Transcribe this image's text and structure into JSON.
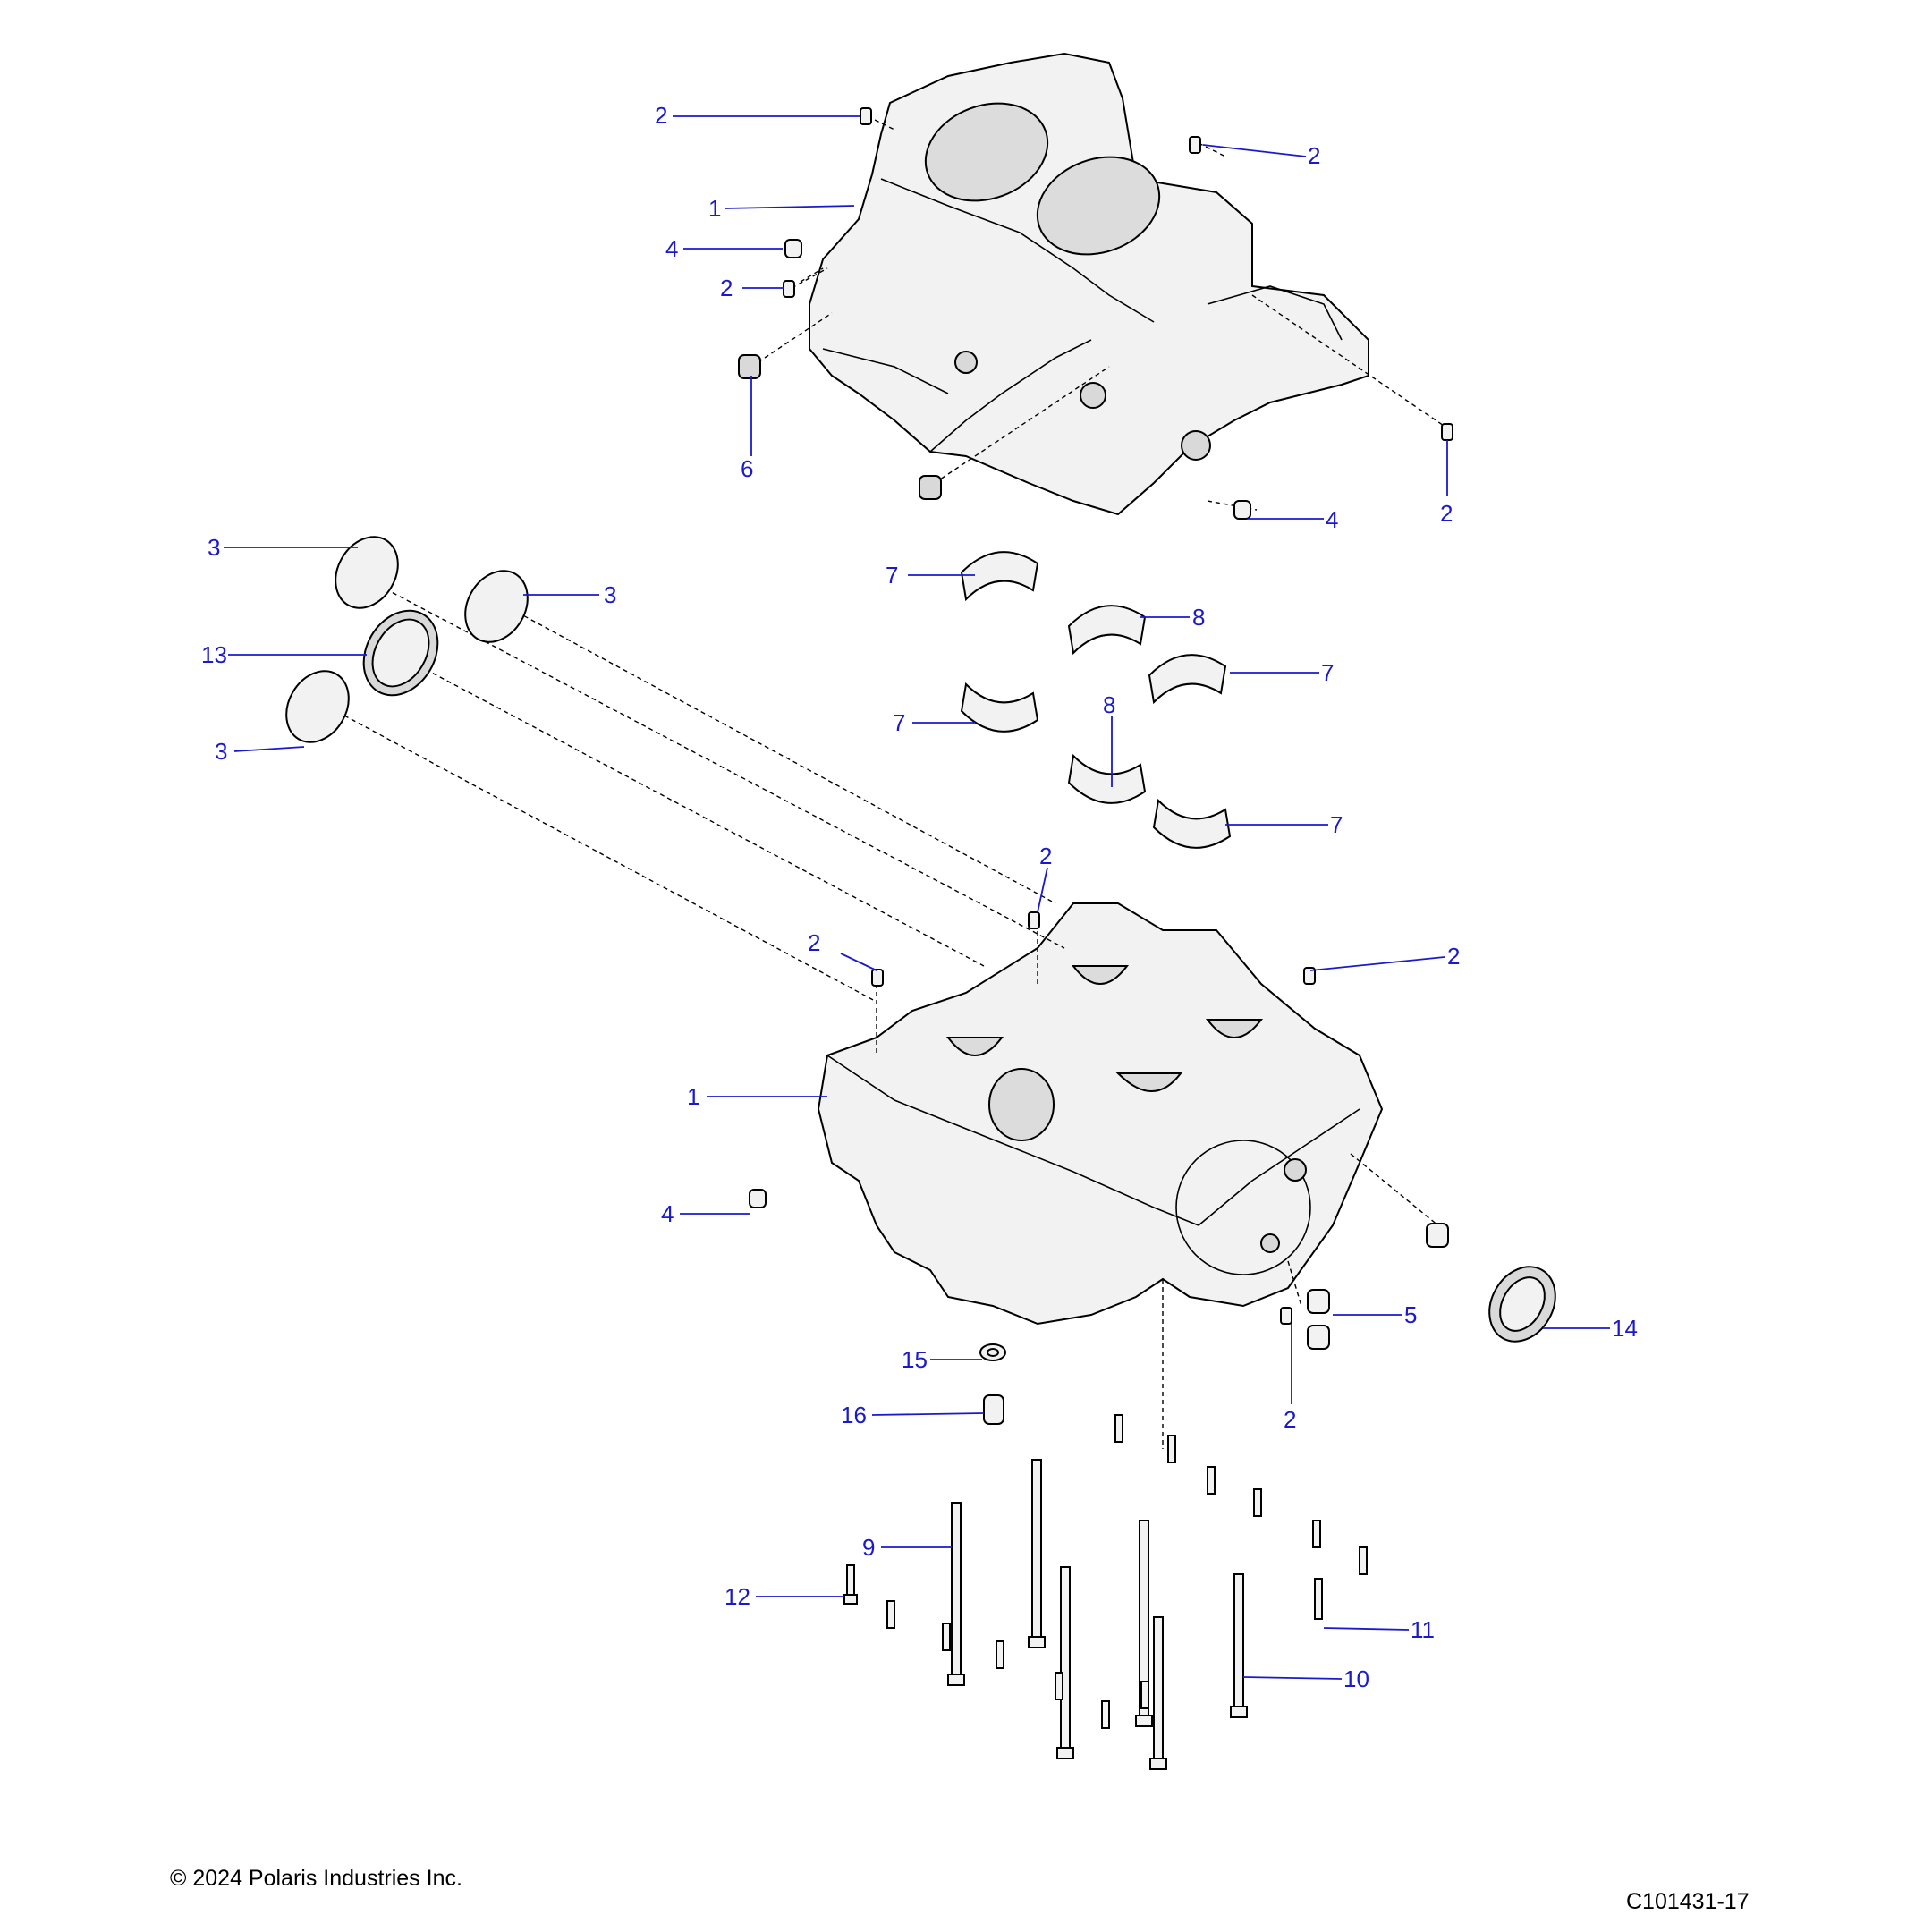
{
  "footer": {
    "copyright": "© 2024 Polaris Industries Inc.",
    "figure_id": "C101431-17"
  },
  "callouts": [
    {
      "id": "c01",
      "label": "2"
    },
    {
      "id": "c02",
      "label": "2"
    },
    {
      "id": "c03",
      "label": "1"
    },
    {
      "id": "c04",
      "label": "4"
    },
    {
      "id": "c05",
      "label": "2"
    },
    {
      "id": "c06",
      "label": "6"
    },
    {
      "id": "c07",
      "label": "4"
    },
    {
      "id": "c08",
      "label": "2"
    },
    {
      "id": "c09",
      "label": "3"
    },
    {
      "id": "c10",
      "label": "3"
    },
    {
      "id": "c11",
      "label": "13"
    },
    {
      "id": "c12",
      "label": "3"
    },
    {
      "id": "c13",
      "label": "7"
    },
    {
      "id": "c14",
      "label": "8"
    },
    {
      "id": "c15",
      "label": "7"
    },
    {
      "id": "c16",
      "label": "7"
    },
    {
      "id": "c17",
      "label": "8"
    },
    {
      "id": "c18",
      "label": "7"
    },
    {
      "id": "c19",
      "label": "2"
    },
    {
      "id": "c20",
      "label": "2"
    },
    {
      "id": "c21",
      "label": "2"
    },
    {
      "id": "c22",
      "label": "1"
    },
    {
      "id": "c23",
      "label": "4"
    },
    {
      "id": "c24",
      "label": "5"
    },
    {
      "id": "c25",
      "label": "14"
    },
    {
      "id": "c26",
      "label": "2"
    },
    {
      "id": "c27",
      "label": "15"
    },
    {
      "id": "c28",
      "label": "16"
    },
    {
      "id": "c29",
      "label": "9"
    },
    {
      "id": "c30",
      "label": "12"
    },
    {
      "id": "c31",
      "label": "11"
    },
    {
      "id": "c32",
      "label": "10"
    }
  ],
  "colors": {
    "callout": "#1a1acc",
    "line": "#000000",
    "part_fill": "#f2f2f2",
    "part_shade": "#d9d9d9"
  }
}
